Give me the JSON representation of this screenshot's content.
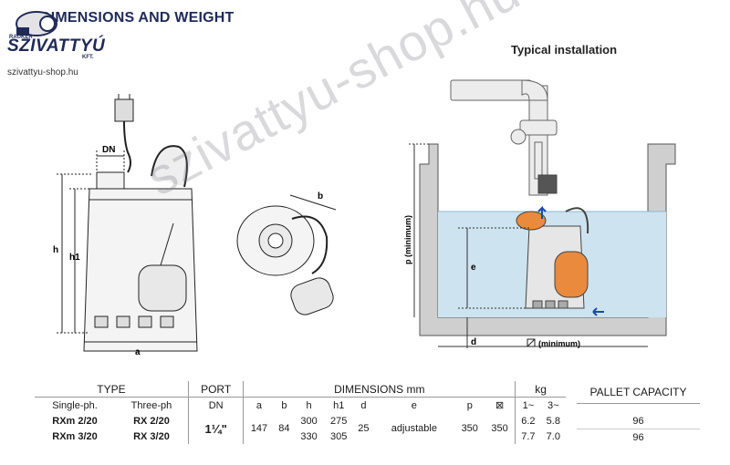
{
  "header": {
    "title": "DIMENSIONS AND WEIGHT",
    "brand": {
      "name": "SZIVATTYÚ",
      "prefix": "RAUKER",
      "suffix": "KFT.",
      "url": "szivattyu-shop.hu"
    }
  },
  "installation": {
    "title": "Typical installation",
    "labels": {
      "p": "p (minimum)",
      "e": "e",
      "d": "d",
      "min": "(minimum)"
    }
  },
  "drawing_labels": {
    "dn": "DN",
    "h": "h",
    "h1": "h1",
    "a": "a",
    "b": "b"
  },
  "watermark": "szivattyu-shop.hu",
  "table": {
    "type_header": "TYPE",
    "port_header": "PORT",
    "dimensions_header": "DIMENSIONS mm",
    "kg_header": "kg",
    "single_ph": "Single-ph.",
    "three_ph": "Three-ph",
    "dn": "DN",
    "cols": [
      "a",
      "b",
      "h",
      "h1",
      "d",
      "e",
      "p",
      "⊠"
    ],
    "kg_cols": [
      "1~",
      "3~"
    ],
    "port_value": "1¼\"",
    "a": "147",
    "b": "84",
    "d": "25",
    "e": "adjustable",
    "p": "350",
    "sq": "350",
    "rows": [
      {
        "single": "RXm 2/20",
        "three": "RX 2/20",
        "h": "300",
        "h1": "275",
        "kg1": "6.2",
        "kg3": "5.8"
      },
      {
        "single": "RXm 3/20",
        "three": "RX 3/20",
        "h": "330",
        "h1": "305",
        "kg1": "7.7",
        "kg3": "7.0"
      }
    ]
  },
  "pallet": {
    "header": "PALLET CAPACITY",
    "rows": [
      "96",
      "96"
    ]
  }
}
